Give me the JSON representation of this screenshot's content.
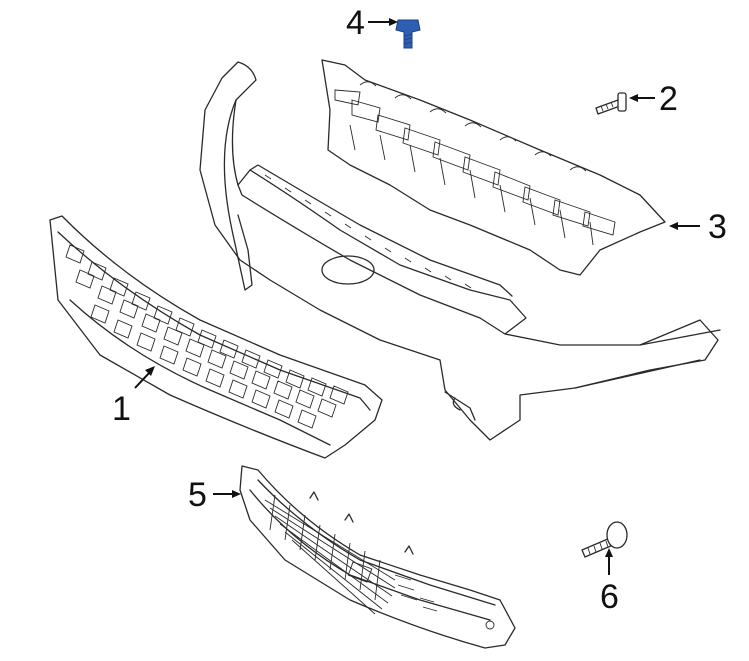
{
  "callouts": [
    {
      "id": "1",
      "label": "1"
    },
    {
      "id": "2",
      "label": "2"
    },
    {
      "id": "3",
      "label": "3"
    },
    {
      "id": "4",
      "label": "4"
    },
    {
      "id": "5",
      "label": "5"
    },
    {
      "id": "6",
      "label": "6"
    }
  ],
  "colors": {
    "line": "#2a2a2a",
    "highlight_fastener": "#2f5fb3",
    "background": "#ffffff"
  }
}
